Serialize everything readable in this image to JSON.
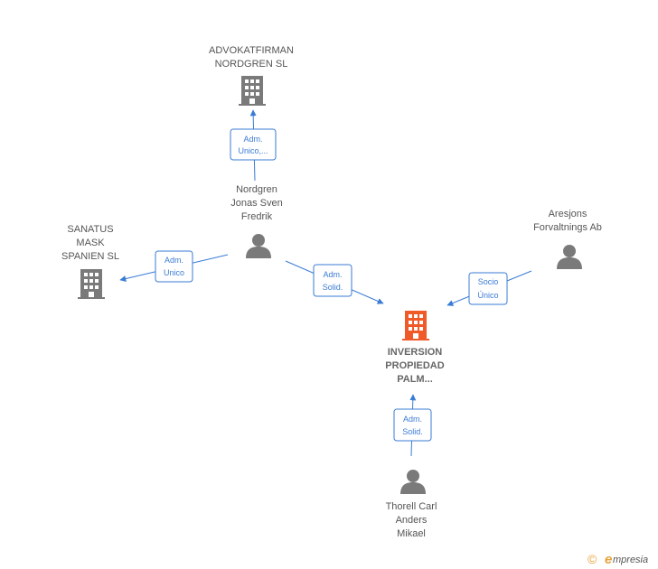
{
  "colors": {
    "edge": "#3a7bd5",
    "node_gray": "#7a7a7a",
    "node_main": "#f05a28",
    "label": "#555555",
    "brand": "#e8a23a"
  },
  "nodes": {
    "advokatfirman": {
      "type": "company",
      "lines": [
        "ADVOKATFIRMAN",
        "NORDGREN  SL"
      ]
    },
    "sanatus": {
      "type": "company",
      "lines": [
        "SANATUS",
        "MASK",
        "SPANIEN  SL"
      ]
    },
    "inversion": {
      "type": "company-main",
      "lines": [
        "INVERSION",
        "PROPIEDAD",
        "PALM..."
      ]
    },
    "nordgren": {
      "type": "person",
      "lines": [
        "Nordgren",
        "Jonas Sven",
        "Fredrik"
      ]
    },
    "aresjons": {
      "type": "person",
      "lines": [
        "Aresjons",
        "Forvaltnings Ab"
      ]
    },
    "thorell": {
      "type": "person",
      "lines": [
        "Thorell Carl",
        "Anders",
        "Mikael"
      ]
    }
  },
  "edges": {
    "e1": {
      "lines": [
        "Adm.",
        "Unico,..."
      ]
    },
    "e2": {
      "lines": [
        "Adm.",
        "Unico"
      ]
    },
    "e3": {
      "lines": [
        "Adm.",
        "Solid."
      ]
    },
    "e4": {
      "lines": [
        "Socio",
        "Único"
      ]
    },
    "e5": {
      "lines": [
        "Adm.",
        "Solid."
      ]
    }
  },
  "footer": {
    "copyright_symbol": "©",
    "brand_initial": "e",
    "brand_rest": "mpresia"
  }
}
